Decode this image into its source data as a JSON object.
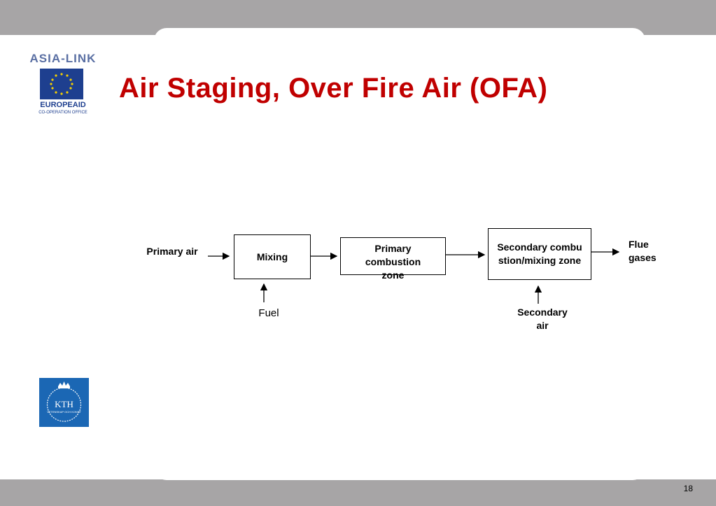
{
  "slide": {
    "title": "Air Staging, Over Fire Air (OFA)",
    "page_number": "18"
  },
  "logos": {
    "asia_link": "ASIA-LINK",
    "europeaid": "EUROPEAID",
    "europeaid_sub": "CO-OPERATION OFFICE",
    "kth": "KTH",
    "kth_motto": "VETENSKAP OCH KONST"
  },
  "diagram": {
    "inputs": {
      "primary_air": "Primary air",
      "fuel": "Fuel",
      "secondary_air": "Secondary air"
    },
    "boxes": {
      "mixing": "Mixing",
      "primary_zone": "Primary combustion zone",
      "secondary_zone": "Secondary combustion/mixing zone"
    },
    "output": "Flue gases"
  },
  "colors": {
    "title": "#c00000",
    "background": "#a7a5a6",
    "kth_blue": "#1b67b4"
  }
}
